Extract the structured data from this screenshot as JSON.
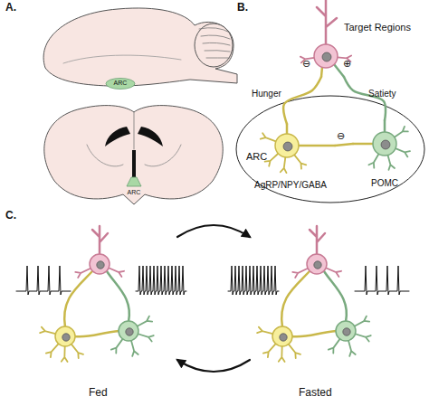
{
  "diagram": {
    "nodes": [
      {
        "text": [
          "ARC"
        ]
      },
      {
        "text": [
          "ARC"
        ]
      },
      {
        "text": [
          "Target Regions"
        ]
      },
      {
        "text": [
          "ARC"
        ]
      },
      {
        "text": [
          "AgRP/NPY/GABA"
        ],
        "in": 3
      },
      {
        "text": [
          "POMC"
        ],
        "in": 3
      }
    ],
    "edges": [
      {
        "from": 4,
        "to": 2,
        "label": "Hunger",
        "arrow": "none"
      },
      {
        "from": 5,
        "to": 2,
        "label": "Satiety",
        "arrow": "none"
      },
      {
        "from": 4,
        "to": 5,
        "arrow": "none"
      }
    ],
    "labels": [
      "A.",
      "B.",
      "⊖",
      "⊕",
      "⊖",
      "C.",
      "Fed",
      "Fasted"
    ]
  }
}
